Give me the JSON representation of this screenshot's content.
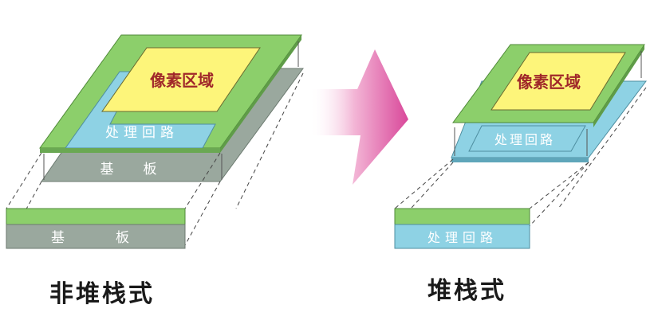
{
  "left": {
    "pixel_area": "像素区域",
    "circuit": "处理回路",
    "substrate": "基　板",
    "substrate_side": "基　　板",
    "caption": "非堆栈式"
  },
  "right": {
    "pixel_area": "像素区域",
    "circuit": "处理回路",
    "circuit_side": "处理回路",
    "caption": "堆栈式"
  },
  "colors": {
    "green": "#8ccf6b",
    "yellow": "#fdf57a",
    "blue": "#8ed2e4",
    "gray": "#9aa89e",
    "label_red": "#a0282a",
    "arrow": "#d9489a"
  }
}
